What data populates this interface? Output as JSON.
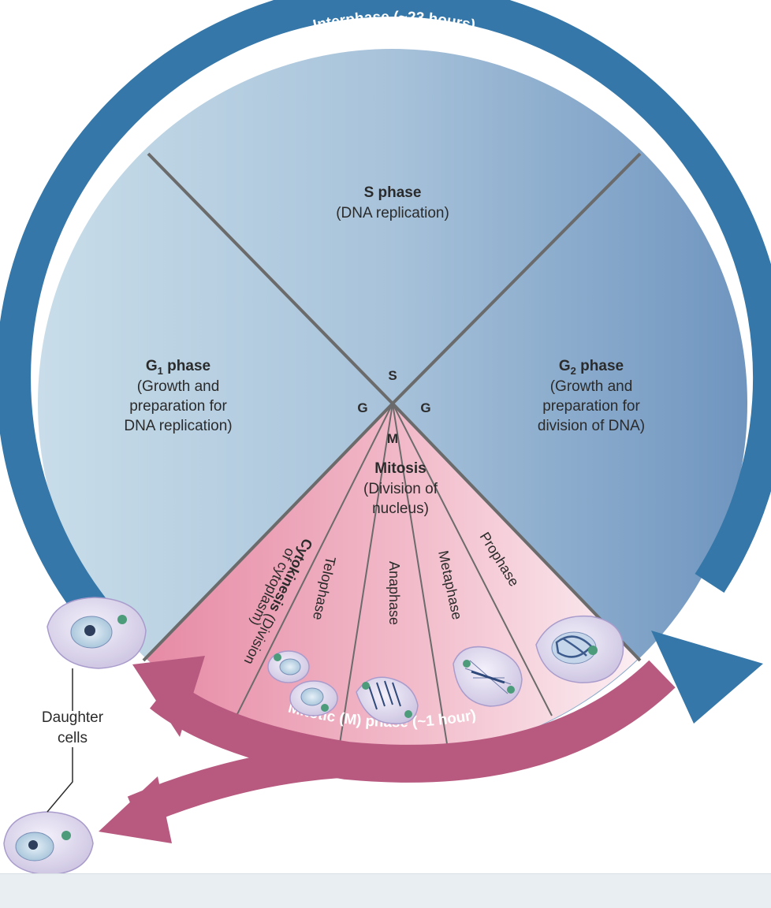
{
  "title_interphase": "Interphase (~23 hours)",
  "title_mitotic": "Mitotic (M) phase (~1 hour)",
  "s_phase": {
    "title": "S phase",
    "desc": "(DNA replication)"
  },
  "g1_phase": {
    "title_main": "G",
    "title_sub": "1",
    "title_rest": " phase",
    "desc": [
      "(Growth and",
      "preparation for",
      "DNA replication)"
    ]
  },
  "g2_phase": {
    "title_main": "G",
    "title_sub": "2",
    "title_rest": " phase",
    "desc": [
      "(Growth and",
      "preparation for",
      "division of DNA)"
    ]
  },
  "center": {
    "s": "S",
    "g_left": "G",
    "g_right": "G",
    "m": "M"
  },
  "mitosis": {
    "title": "Mitosis",
    "desc": [
      "(Division of",
      "nucleus)"
    ]
  },
  "stages": {
    "prophase": "Prophase",
    "metaphase": "Metaphase",
    "anaphase": "Anaphase",
    "telophase": "Telophase",
    "cytokinesis_bold": "Cytokinesis",
    "cytokinesis_rest": " (Division",
    "cytokinesis_line2": "of cytoplasm)"
  },
  "daughter_cells": [
    "Daughter",
    "cells"
  ],
  "colors": {
    "interphase_arrow": "#3577a8",
    "mitotic_arrow": "#b85a80",
    "divider": "#6b6b6b",
    "footer": "#e9eef2"
  }
}
